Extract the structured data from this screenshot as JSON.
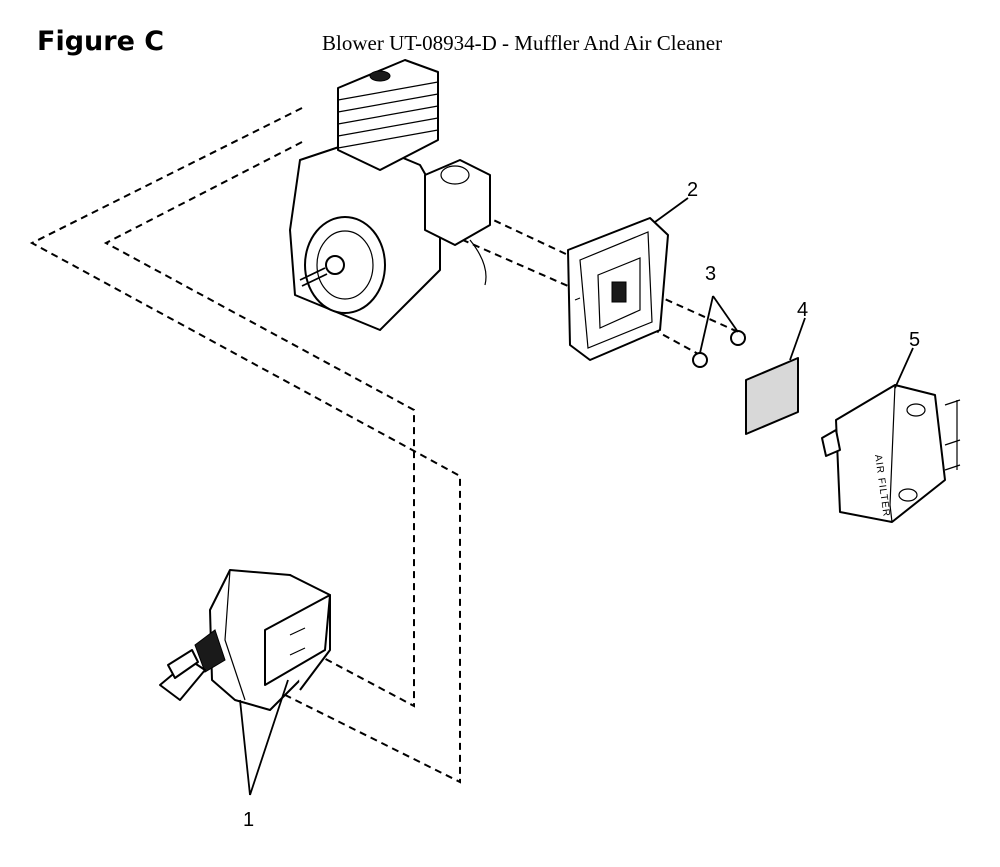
{
  "figure_label": "Figure C",
  "title": "Blower UT-08934-D - Muffler And Air Cleaner",
  "callouts": [
    "1",
    "2",
    "3",
    "4",
    "5"
  ],
  "air_filter_text": "AIR FILTER"
}
